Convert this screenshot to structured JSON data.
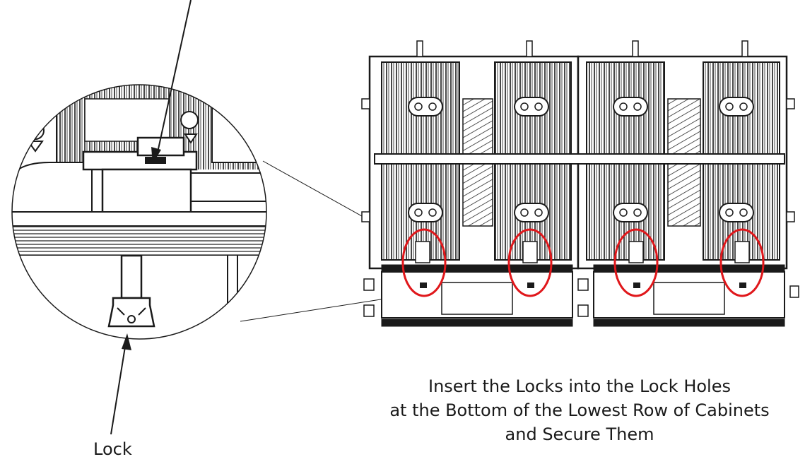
{
  "labels": {
    "lock": "Lock"
  },
  "instruction": {
    "line1": "Insert the Locks into the Lock Holes",
    "line2": "at the Bottom of the Lowest Row of Cabinets",
    "line3": "and Secure Them"
  },
  "colors": {
    "line": "#1a1a1a",
    "highlight": "#e0171b"
  },
  "highlighted_lock_holes": 4
}
